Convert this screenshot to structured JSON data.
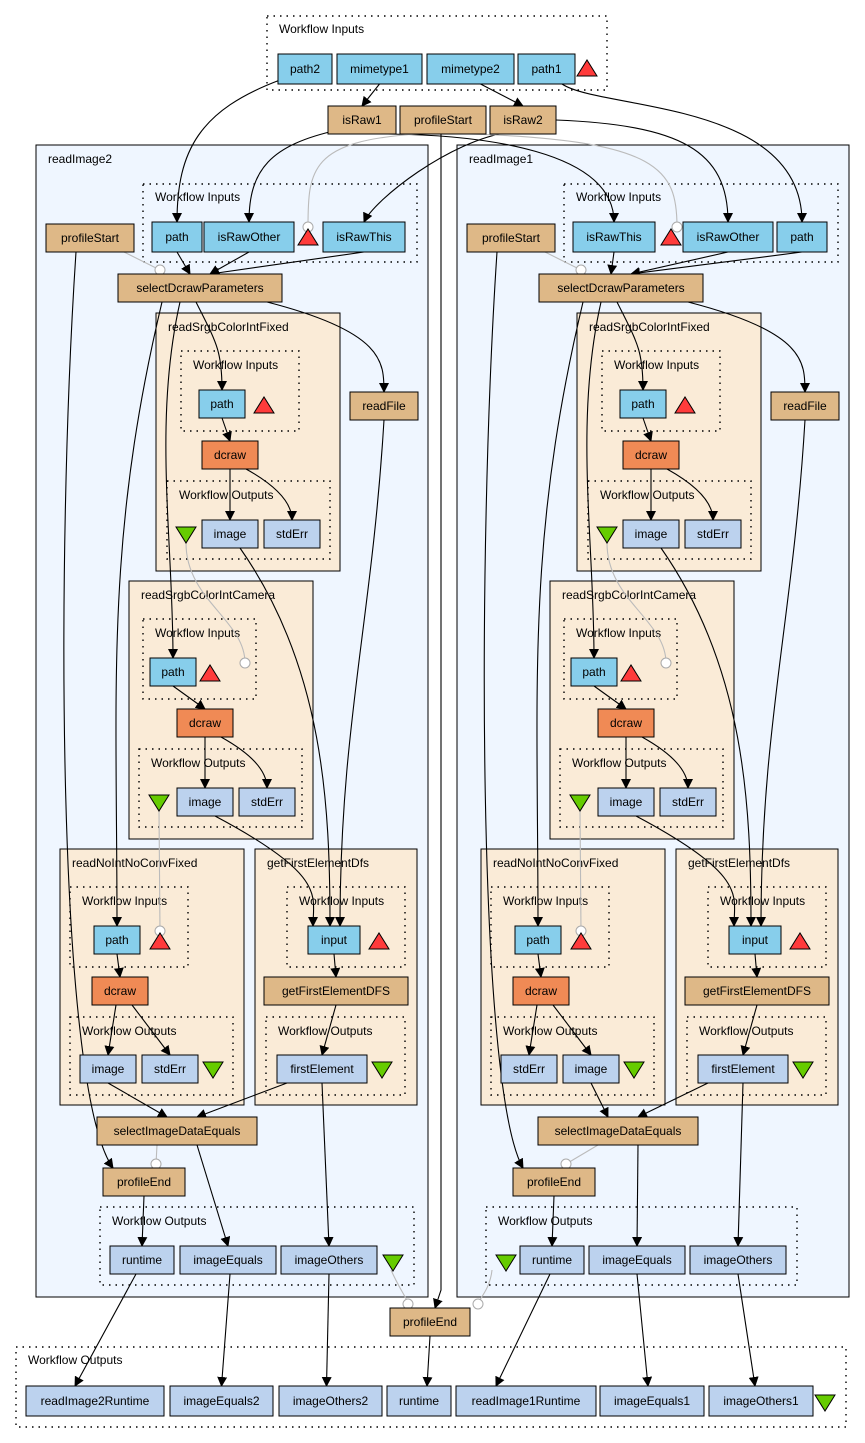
{
  "top_inputs": {
    "title": "Workflow Inputs",
    "items": [
      "path2",
      "mimetype1",
      "mimetype2",
      "path1"
    ]
  },
  "top_processors": [
    "isRaw1",
    "profileStart",
    "isRaw2"
  ],
  "readImage2": {
    "title": "readImage2",
    "inputs_title": "Workflow Inputs",
    "inputs": [
      "path",
      "isRawOther",
      "isRawThis"
    ],
    "profileStart": "profileStart",
    "selectDcraw": "selectDcrawParameters",
    "readFile": "readFile",
    "srgbFixed": {
      "title": "readSrgbColorIntFixed",
      "inputs_title": "Workflow Inputs",
      "input": "path",
      "proc": "dcraw",
      "outputs_title": "Workflow Outputs",
      "outputs": [
        "image",
        "stdErr"
      ]
    },
    "srgbCamera": {
      "title": "readSrgbColorIntCamera",
      "inputs_title": "Workflow Inputs",
      "input": "path",
      "proc": "dcraw",
      "outputs_title": "Workflow Outputs",
      "outputs": [
        "image",
        "stdErr"
      ]
    },
    "noInt": {
      "title": "readNoIntNoConvFixed",
      "inputs_title": "Workflow Inputs",
      "input": "path",
      "proc": "dcraw",
      "outputs_title": "Workflow Outputs",
      "outputs": [
        "image",
        "stdErr"
      ]
    },
    "firstDfs": {
      "title": "getFirstElementDfs",
      "inputs_title": "Workflow Inputs",
      "input": "input",
      "proc": "getFirstElementDFS",
      "outputs_title": "Workflow Outputs",
      "outputs": [
        "firstElement"
      ]
    },
    "selectImage": "selectImageDataEquals",
    "profileEnd": "profileEnd",
    "outputs_title": "Workflow Outputs",
    "outputs": [
      "runtime",
      "imageEquals",
      "imageOthers"
    ]
  },
  "readImage1": {
    "title": "readImage1",
    "inputs_title": "Workflow Inputs",
    "inputs": [
      "isRawThis",
      "isRawOther",
      "path"
    ],
    "profileStart": "profileStart",
    "selectDcraw": "selectDcrawParameters",
    "readFile": "readFile",
    "srgbFixed": {
      "title": "readSrgbColorIntFixed",
      "inputs_title": "Workflow Inputs",
      "input": "path",
      "proc": "dcraw",
      "outputs_title": "Workflow Outputs",
      "outputs": [
        "image",
        "stdErr"
      ]
    },
    "srgbCamera": {
      "title": "readSrgbColorIntCamera",
      "inputs_title": "Workflow Inputs",
      "input": "path",
      "proc": "dcraw",
      "outputs_title": "Workflow Outputs",
      "outputs": [
        "image",
        "stdErr"
      ]
    },
    "noInt": {
      "title": "readNoIntNoConvFixed",
      "inputs_title": "Workflow Inputs",
      "input": "path",
      "proc": "dcraw",
      "outputs_title": "Workflow Outputs",
      "outputs": [
        "stdErr",
        "image"
      ]
    },
    "firstDfs": {
      "title": "getFirstElementDfs",
      "inputs_title": "Workflow Inputs",
      "input": "input",
      "proc": "getFirstElementDFS",
      "outputs_title": "Workflow Outputs",
      "outputs": [
        "firstElement"
      ]
    },
    "selectImage": "selectImageDataEquals",
    "profileEnd": "profileEnd",
    "outputs_title": "Workflow Outputs",
    "outputs": [
      "runtime",
      "imageEquals",
      "imageOthers"
    ]
  },
  "bottom_processor": "profileEnd",
  "bottom_outputs": {
    "title": "Workflow Outputs",
    "items": [
      "readImage2Runtime",
      "imageEquals2",
      "imageOthers2",
      "runtime",
      "readImage1Runtime",
      "imageEquals1",
      "imageOthers1"
    ]
  },
  "colors": {
    "input_port": "#87ceeb",
    "output_port": "#bcd2ee",
    "processor": "#deb887",
    "dcraw": "#f08a55",
    "nested_bg": "#faebd7",
    "outer_bg": "#eff6ff",
    "input_marker": "#ff3b3b",
    "output_marker": "#66cc00"
  }
}
